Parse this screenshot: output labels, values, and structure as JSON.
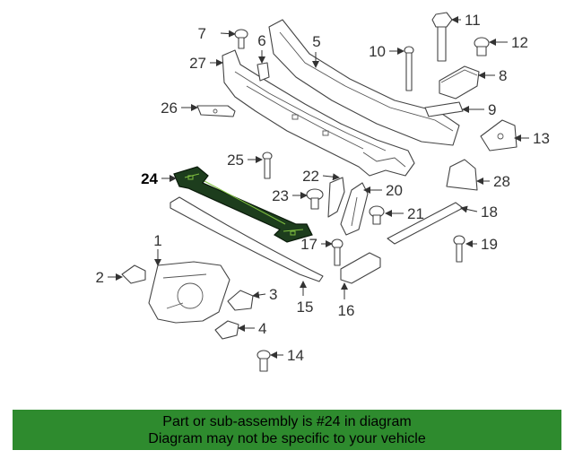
{
  "callouts": {
    "c1": "1",
    "c2": "2",
    "c3": "3",
    "c4": "4",
    "c5": "5",
    "c6": "6",
    "c7": "7",
    "c8": "8",
    "c9": "9",
    "c10": "10",
    "c11": "11",
    "c12": "12",
    "c13": "13",
    "c14": "14",
    "c15": "15",
    "c16": "16",
    "c17": "17",
    "c18": "18",
    "c19": "19",
    "c20": "20",
    "c21": "21",
    "c22": "22",
    "c23": "23",
    "c24": "24",
    "c25": "25",
    "c26": "26",
    "c27": "27",
    "c28": "28"
  },
  "highlighted_part": "24",
  "colors": {
    "banner": "#2e8b2e",
    "highlight": "#1d3d1d"
  },
  "banner": {
    "line1": "Part or sub-assembly is #24 in diagram",
    "line2": "Diagram may not be specific to your vehicle"
  }
}
